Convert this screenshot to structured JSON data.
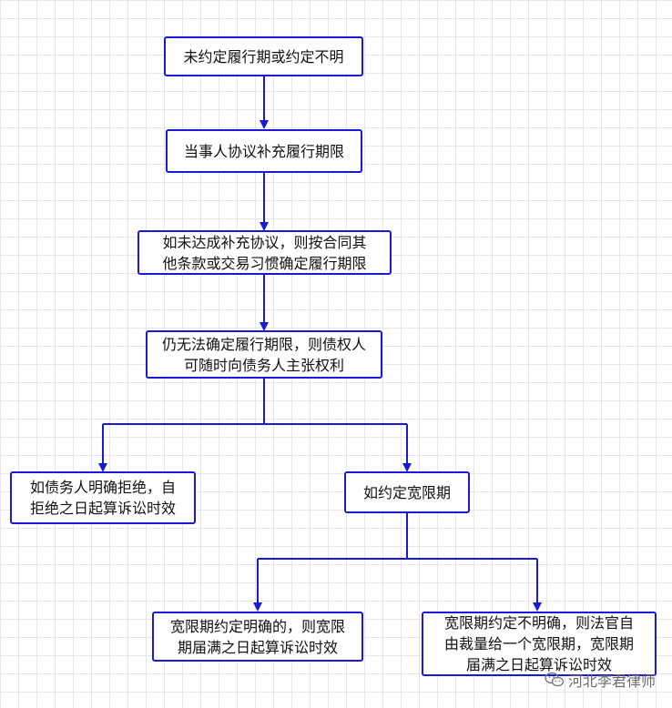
{
  "nodes": {
    "n1": "未约定履行期或约定不明",
    "n2": "当事人协议补充履行期限",
    "n3": [
      "如未达成补充协议，则按合同其",
      "他条款或交易习惯确定履行期限"
    ],
    "n4": [
      "仍无法确定履行期限，则债权人",
      "可随时向债务人主张权利"
    ],
    "n5": [
      "如债务人明确拒绝，自",
      "拒绝之日起算诉讼时效"
    ],
    "n6": "如约定宽限期",
    "n7": [
      "宽限期约定明确的，则宽限",
      "期届满之日起算诉讼时效"
    ],
    "n8": [
      "宽限期约定不明确，则法官自",
      "由裁量给一个宽限期，宽限期",
      "届满之日起算诉讼时效"
    ]
  },
  "watermark": {
    "text": "河北李君律师",
    "icon": "wechat-icon"
  },
  "colors": {
    "stroke": "#1a1ad6",
    "grid": "#e6e6e6"
  }
}
